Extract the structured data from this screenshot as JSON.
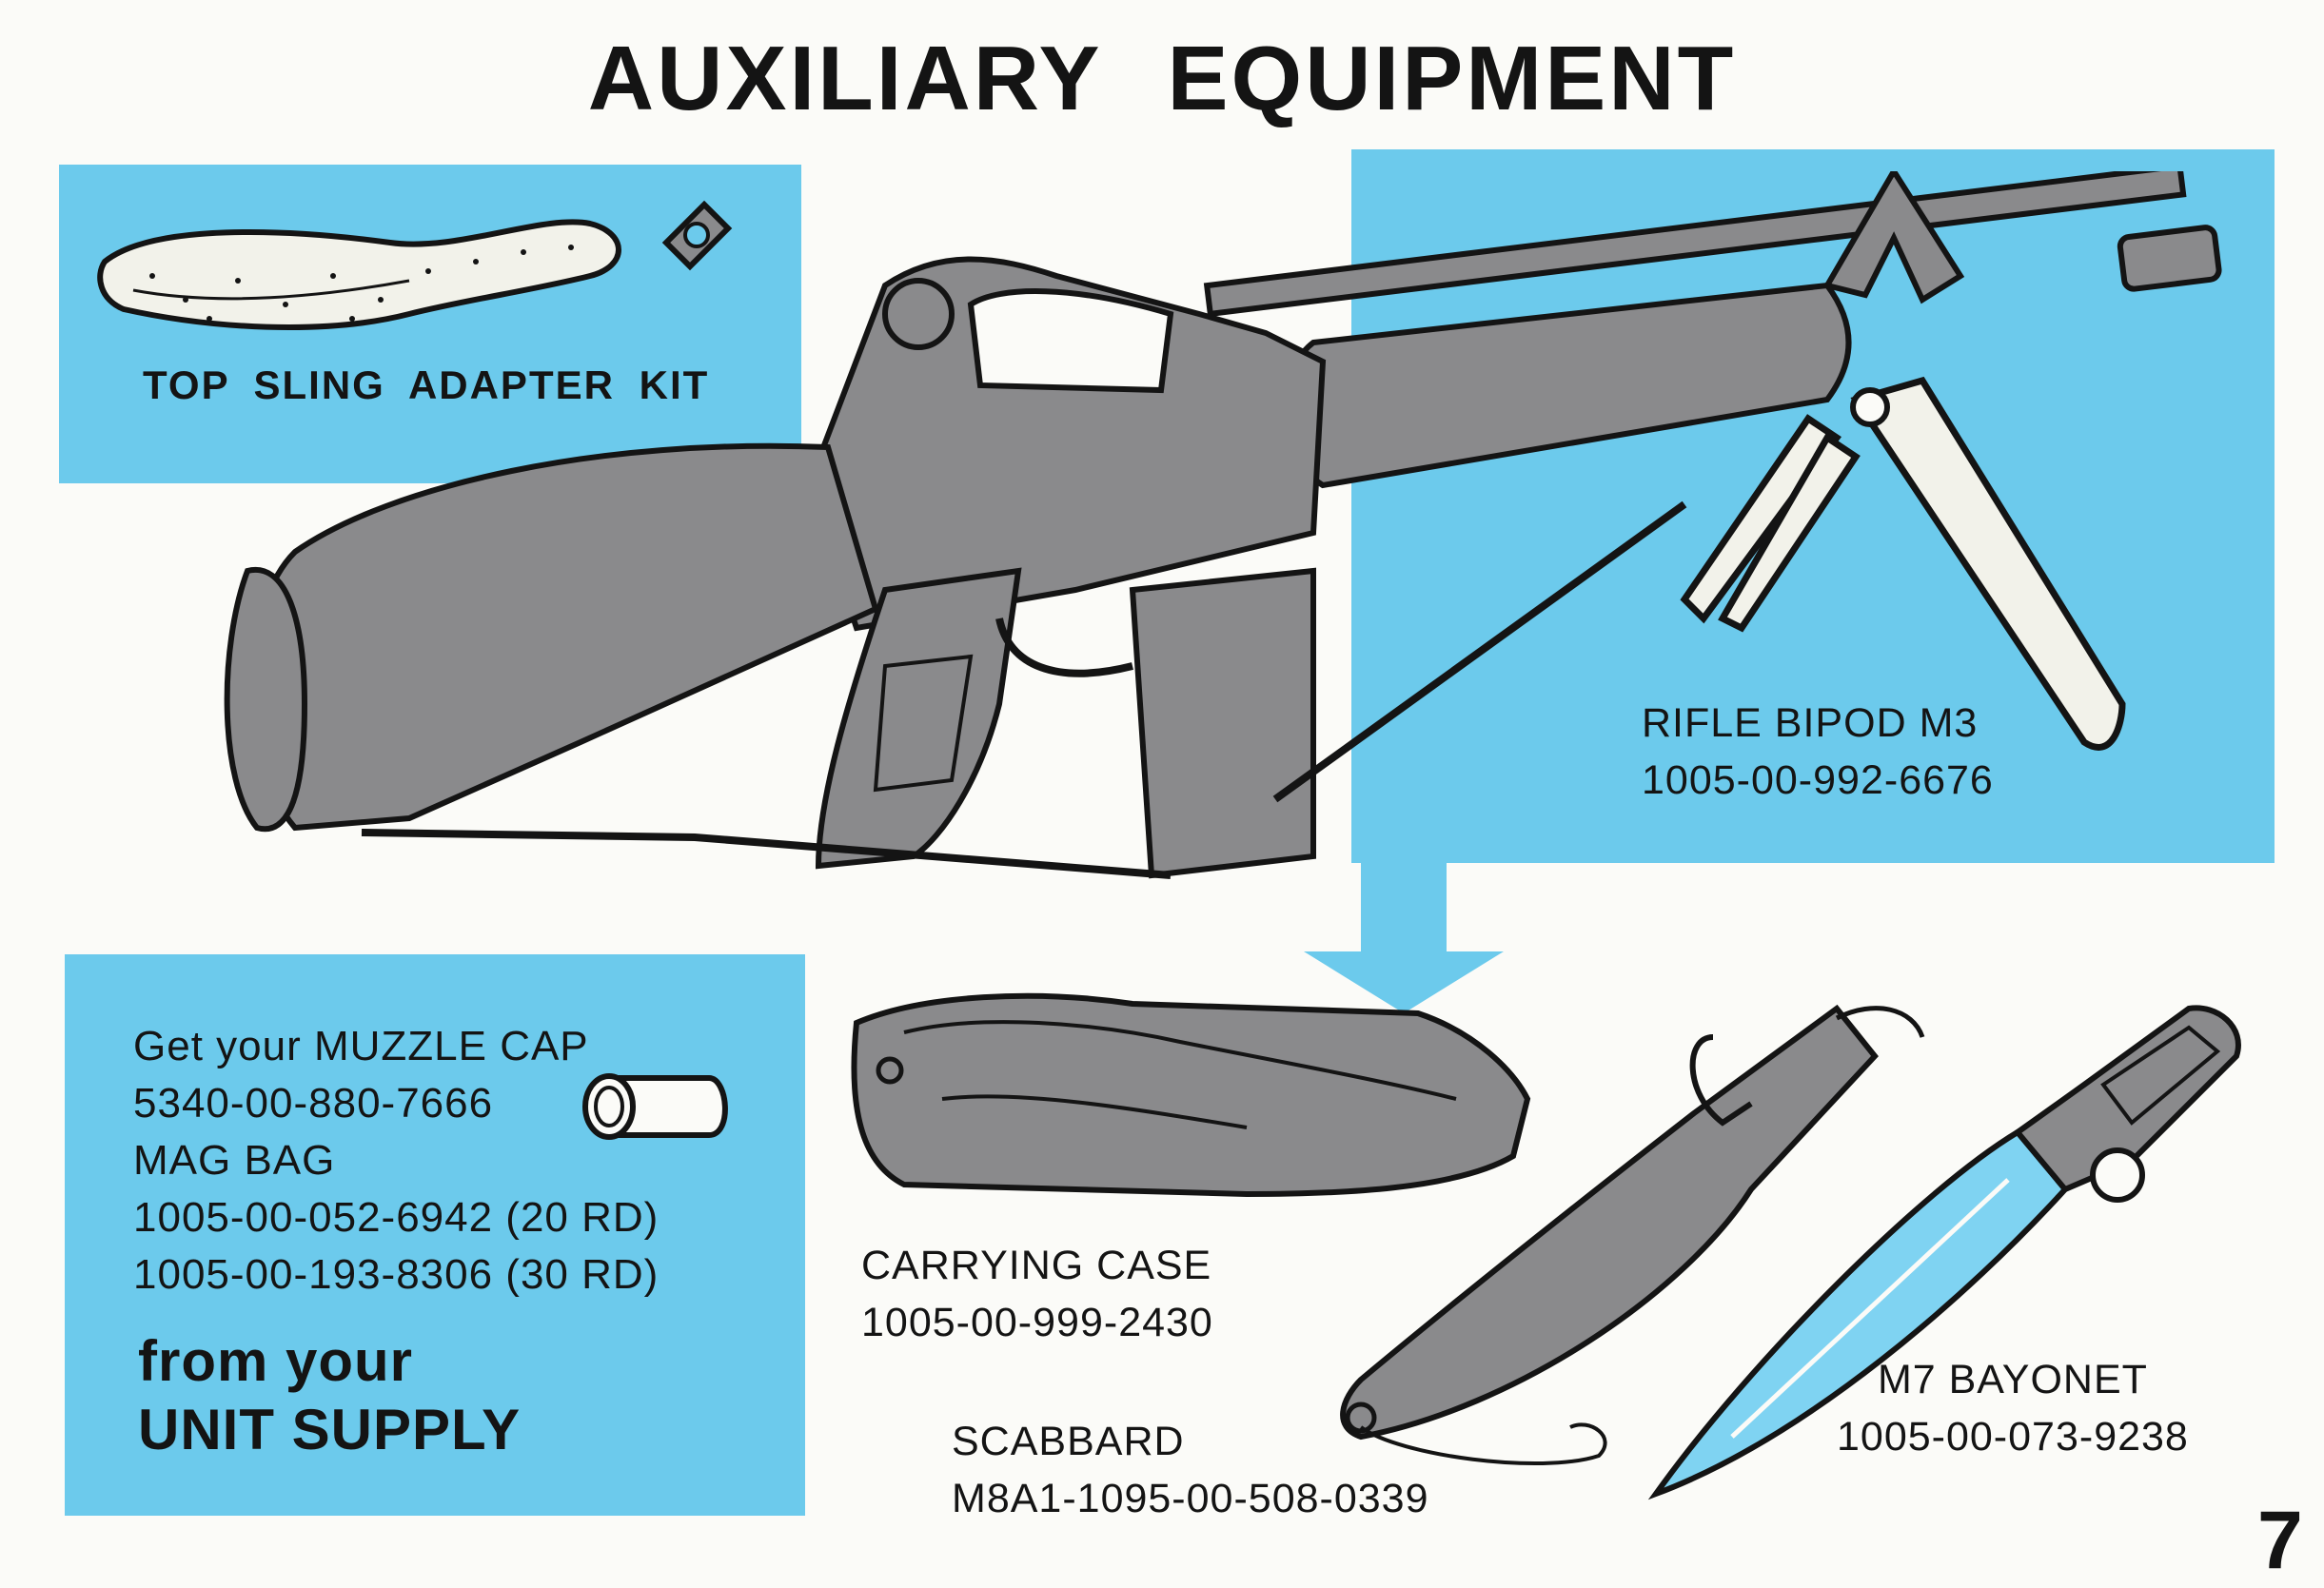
{
  "page": {
    "title": "AUXILIARY EQUIPMENT",
    "page_number": "7"
  },
  "items": {
    "sling_kit": {
      "label": "TOP SLING ADAPTER KIT"
    },
    "bipod": {
      "label": "RIFLE BIPOD M3",
      "stock_number": "1005-00-992-6676"
    },
    "carrying_case": {
      "label": "CARRYING CASE",
      "stock_number": "1005-00-999-2430"
    },
    "scabbard": {
      "label": "SCABBARD",
      "stock_number": "M8A1-1095-00-508-0339"
    },
    "bayonet": {
      "label": "M7 BAYONET",
      "stock_number": "1005-00-073-9238"
    }
  },
  "supply_box": {
    "line1": "Get your MUZZLE CAP",
    "line2": "5340-00-880-7666",
    "line3": "MAG BAG",
    "line4": "1005-00-052-6942 (20 RD)",
    "line5": "1005-00-193-8306 (30 RD)",
    "from_line1": "from your",
    "from_line2": "UNIT SUPPLY"
  },
  "colors": {
    "panel_blue": "#6ccaec",
    "equipment_gray": "#8a8a8c",
    "outline": "#141414",
    "paper": "#fbfbf8"
  }
}
